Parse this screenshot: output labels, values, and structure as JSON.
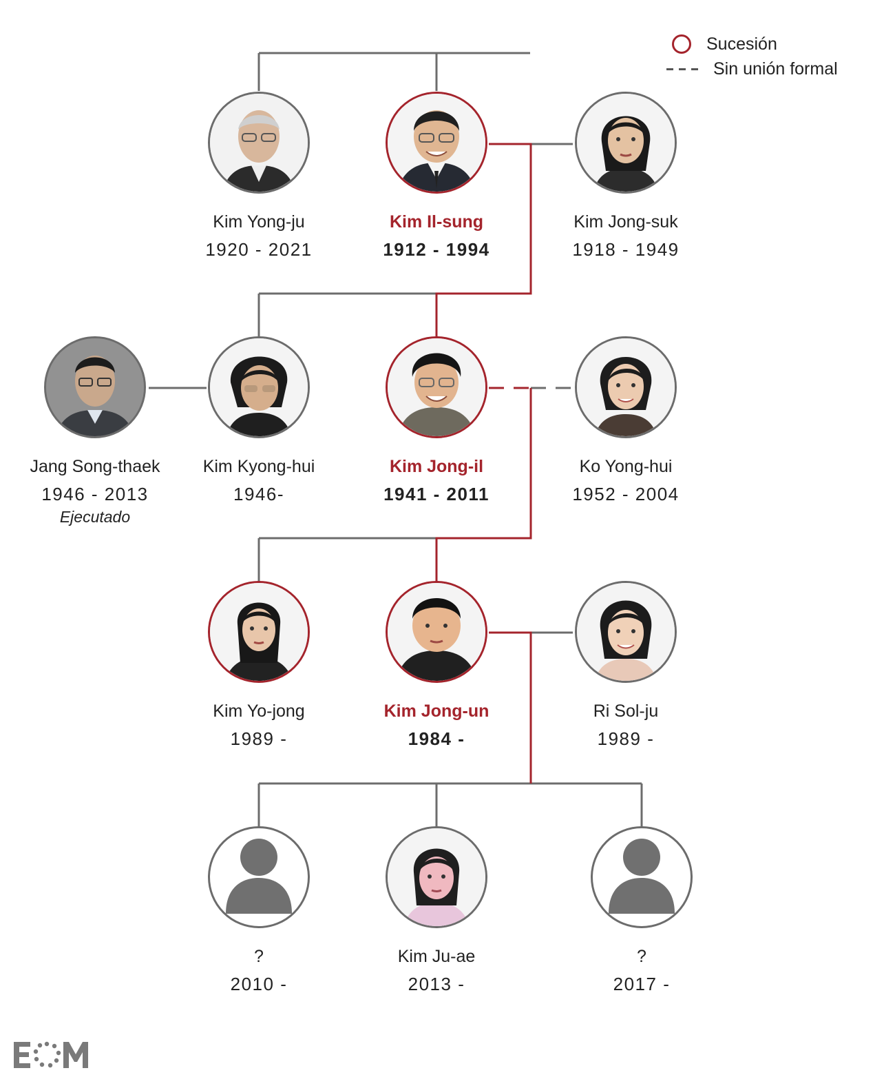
{
  "colors": {
    "succession": "#a4242c",
    "line": "#6c6c6c"
  },
  "legend": {
    "succession_label": "Sucesión",
    "informal_label": "Sin unión formal"
  },
  "people": {
    "kim_yong_ju": {
      "name": "Kim Yong-ju",
      "years": "1920 - 2021"
    },
    "kim_il_sung": {
      "name": "Kim Il-sung",
      "years": "1912 - 1994",
      "succession": true
    },
    "kim_jong_suk": {
      "name": "Kim Jong-suk",
      "years": "1918 - 1949"
    },
    "jang_song_thaek": {
      "name": "Jang Song-thaek",
      "years": "1946 - 2013",
      "note": "Ejecutado"
    },
    "kim_kyong_hui": {
      "name": "Kim Kyong-hui",
      "years": "1946-"
    },
    "kim_jong_il": {
      "name": "Kim Jong-il",
      "years": "1941 - 2011",
      "succession": true
    },
    "ko_yong_hui": {
      "name": "Ko Yong-hui",
      "years": "1952 - 2004"
    },
    "kim_yo_jong": {
      "name": "Kim Yo-jong",
      "years": "1989 -"
    },
    "kim_jong_un": {
      "name": "Kim Jong-un",
      "years": "1984 -",
      "succession": true
    },
    "ri_sol_ju": {
      "name": "Ri Sol-ju",
      "years": "1989 -"
    },
    "child_1": {
      "name": "?",
      "years": "2010 -"
    },
    "kim_ju_ae": {
      "name": "Kim Ju-ae",
      "years": "2013 -"
    },
    "child_3": {
      "name": "?",
      "years": "2017 -"
    }
  },
  "logo": {
    "text": "EOM"
  }
}
